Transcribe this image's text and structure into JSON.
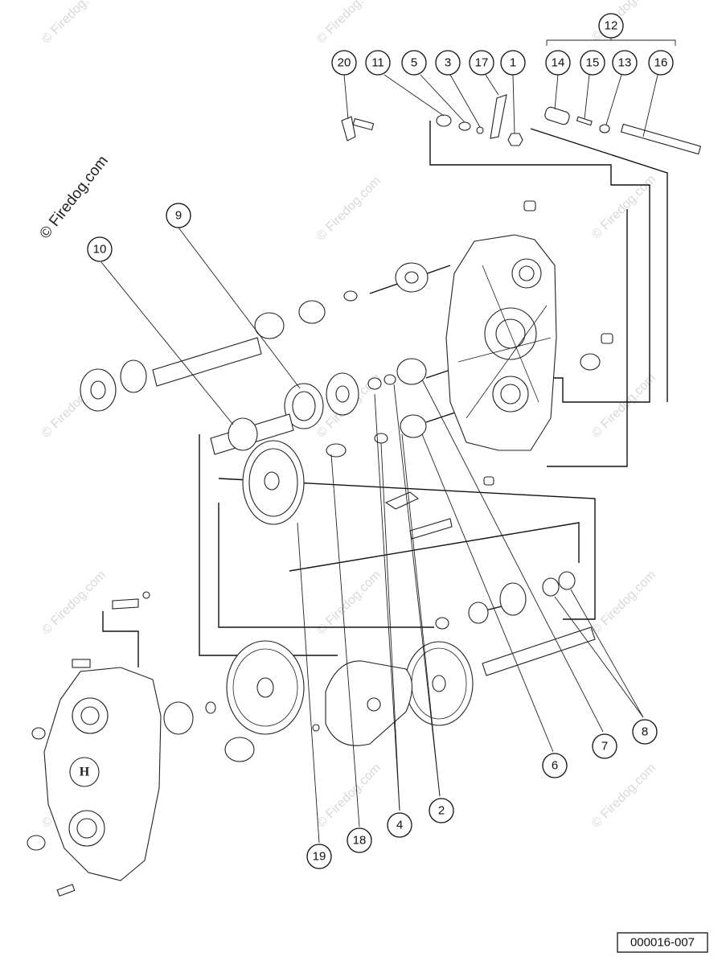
{
  "watermark": {
    "main": "© Firedog.com",
    "repeat": "© Firedog.com"
  },
  "callouts": {
    "c1": "1",
    "c2": "2",
    "c3": "3",
    "c4": "4",
    "c5": "5",
    "c6": "6",
    "c7": "7",
    "c8": "8",
    "c9": "9",
    "c10": "10",
    "c11": "11",
    "c12": "12",
    "c13": "13",
    "c14": "14",
    "c15": "15",
    "c16": "16",
    "c17": "17",
    "c18": "18",
    "c19": "19",
    "c20": "20"
  },
  "logo_letter": "H",
  "document_number": "000016-007",
  "colors": {
    "line": "#222222",
    "watermark": "#d8d8d8",
    "background": "#ffffff"
  }
}
